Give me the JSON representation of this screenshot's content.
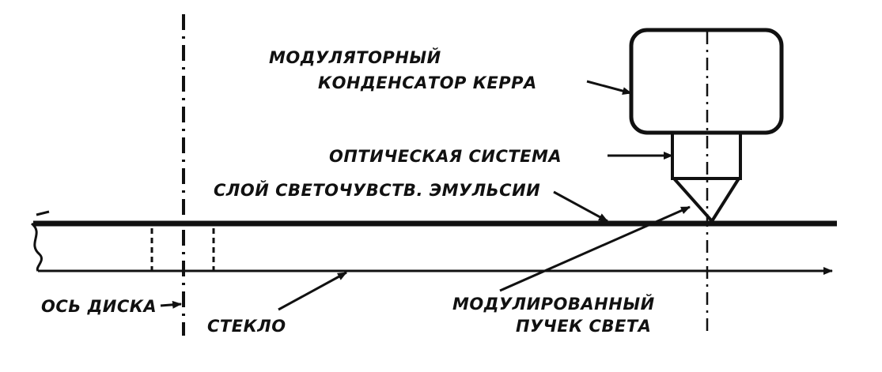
{
  "labels": {
    "modulator_line1": "МОДУЛЯТОРНЫЙ",
    "modulator_line2": "КОНДЕНСАТОР КЕРРА",
    "optical_system": "ОПТИЧЕСКАЯ СИСТЕМА",
    "emulsion_layer": "СЛОЙ СВЕТОЧУВСТВ. ЭМУЛЬСИИ",
    "disk_axis": "ОСЬ ДИСКА",
    "glass": "СТЕКЛО",
    "modulated_line1": "МОДУЛИРОВАННЫЙ",
    "modulated_line2": "ПУЧЕК СВЕТА"
  },
  "colors": {
    "ink": "#111111",
    "background": "#ffffff"
  }
}
